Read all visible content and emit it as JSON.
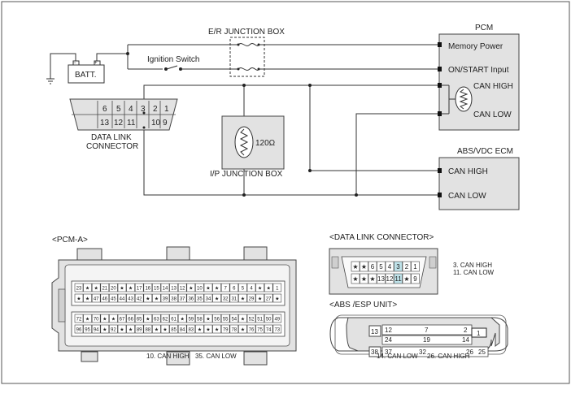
{
  "circuit": {
    "battery_label": "BATT.",
    "er_junction_box": "E/R JUNCTION BOX",
    "ignition_switch": "Ignition Switch",
    "data_link_connector": [
      "DATA LINK",
      "CONNECTOR"
    ],
    "ip_junction_box": "I/P JUNCTION BOX",
    "resistor_value": "120Ω",
    "dlc_pins_top": [
      "6",
      "5",
      "4",
      "3",
      "2",
      "1"
    ],
    "dlc_pins_bottom": [
      "13",
      "12",
      "11",
      "10",
      "9"
    ],
    "pcm": {
      "title": "PCM",
      "memory_power": "Memory Power",
      "on_start_input": "ON/START Input",
      "can_high": "CAN HIGH",
      "can_low": "CAN LOW"
    },
    "abs_vdc_ecm": {
      "title": "ABS/VDC ECM",
      "can_high": "CAN HIGH",
      "can_low": "CAN LOW"
    }
  },
  "connectors": {
    "pcm_a": {
      "title": "<PCM-A>",
      "row1": [
        "23",
        "★",
        "★",
        "21",
        "20",
        "★",
        "★",
        "17",
        "16",
        "15",
        "14",
        "13",
        "12",
        "★",
        "10",
        "★",
        "★",
        "7",
        "6",
        "5",
        "4",
        "★",
        "★",
        "1"
      ],
      "row2": [
        "★",
        "★",
        "47",
        "46",
        "45",
        "44",
        "43",
        "42",
        "★",
        "★",
        "39",
        "38",
        "37",
        "36",
        "35",
        "34",
        "★",
        "32",
        "31",
        "★",
        "29",
        "★",
        "27",
        "★"
      ],
      "row3": [
        "72",
        "★",
        "70",
        "★",
        "★",
        "67",
        "66",
        "65",
        "★",
        "63",
        "62",
        "61",
        "★",
        "59",
        "58",
        "★",
        "56",
        "55",
        "54",
        "★",
        "52",
        "51",
        "50",
        "49"
      ],
      "row4": [
        "96",
        "95",
        "94",
        "★",
        "92",
        "★",
        "★",
        "89",
        "88",
        "★",
        "★",
        "85",
        "84",
        "83",
        "★",
        "★",
        "★",
        "79",
        "78",
        "★",
        "76",
        "75",
        "74",
        "73"
      ],
      "footer": [
        "10. CAN HIGH",
        "35. CAN LOW"
      ]
    },
    "dlc": {
      "title": "<DATA LINK CONNECTOR>",
      "row1": [
        "★",
        "★",
        "6",
        "5",
        "4",
        "3",
        "2",
        "1"
      ],
      "row2": [
        "★",
        "★",
        "★",
        "13",
        "12",
        "11",
        "★",
        "9"
      ],
      "highlight": [
        "3",
        "11"
      ],
      "notes": [
        "3. CAN HIGH",
        "11. CAN LOW"
      ]
    },
    "abs": {
      "title": "<ABS /ESP UNIT>",
      "left_pins": [
        "13",
        "38"
      ],
      "right_pin": "1",
      "row1": [
        "12",
        "7",
        "2"
      ],
      "row2": [
        "24",
        "19",
        "14"
      ],
      "row3": [
        "37",
        "32",
        "26",
        "25"
      ],
      "footer": [
        "14. CAN LOW",
        "26. CAN HIGH"
      ]
    }
  }
}
